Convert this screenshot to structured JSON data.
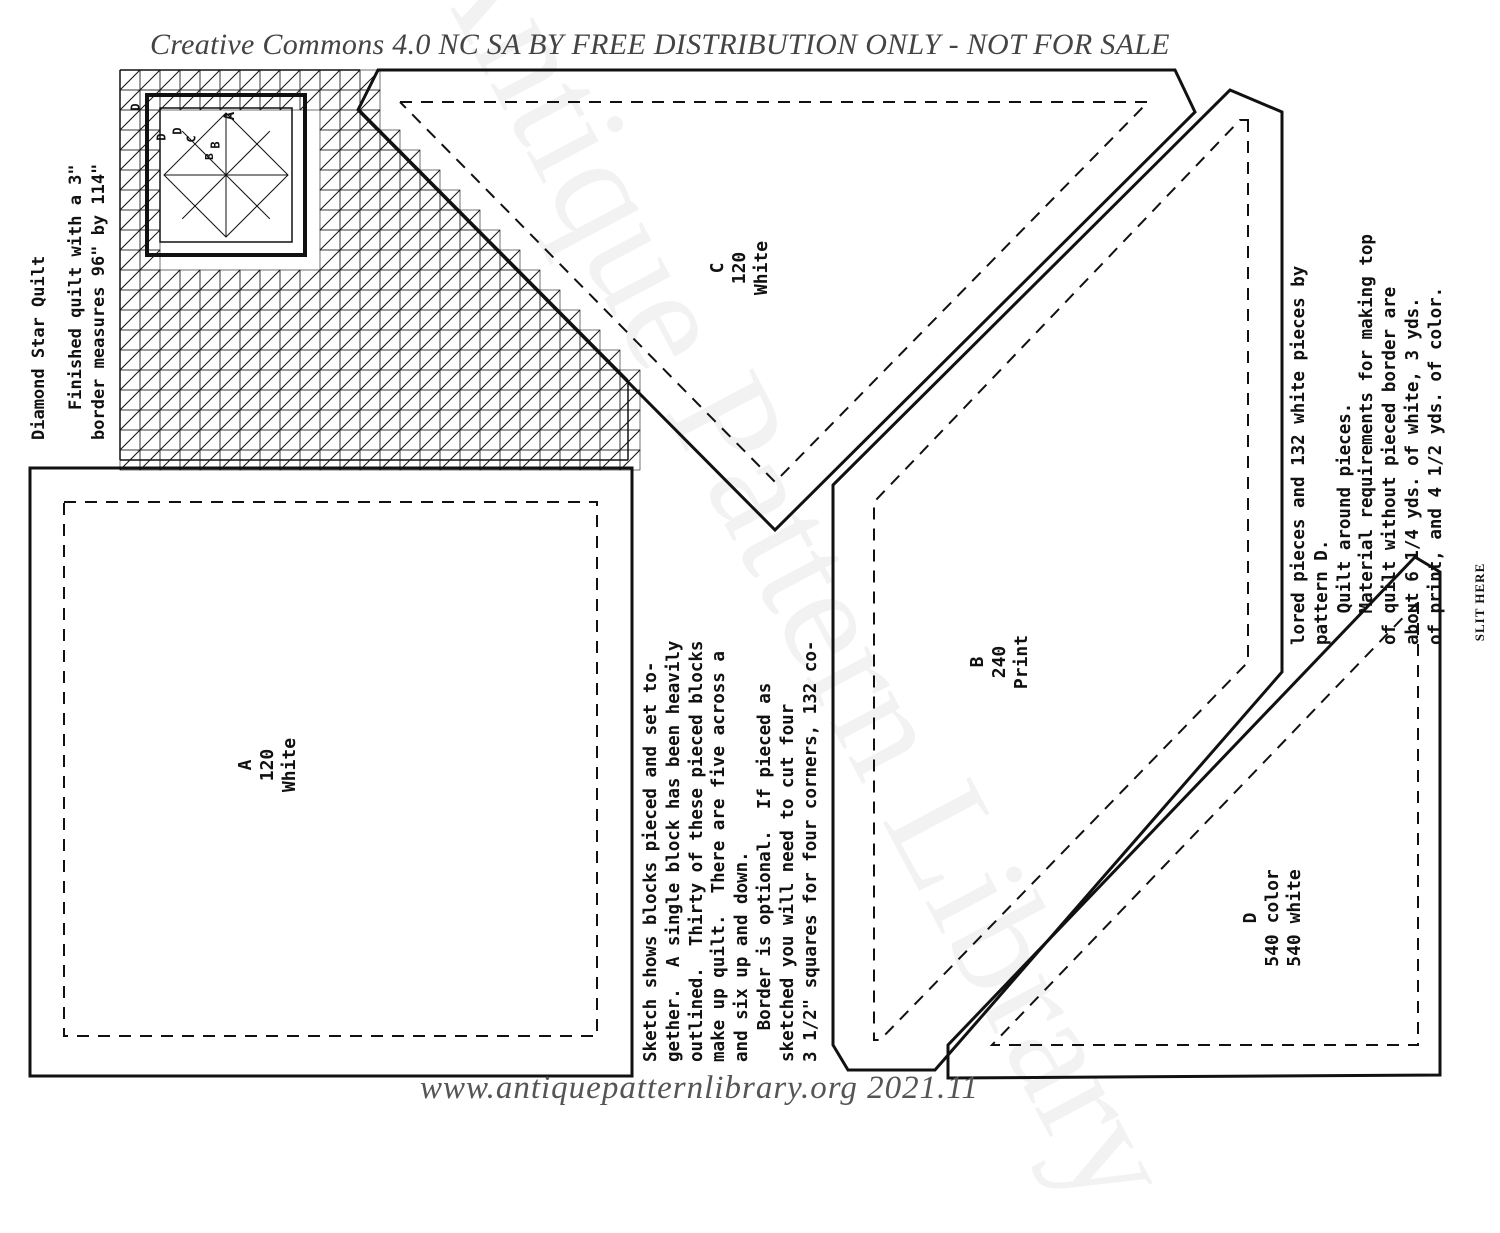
{
  "header": "Creative Commons 4.0 NC SA BY FREE DISTRIBUTION ONLY - NOT FOR SALE",
  "footer": "www.antiquepatternlibrary.org 2021.11",
  "watermark": "Antique Pattern Library",
  "intro": {
    "title": "Diamond Star Quilt",
    "line1": "Finished quilt with a 3\"",
    "line2": "border measures 96\" by 114\""
  },
  "sketch_letters": [
    "A",
    "B",
    "C",
    "D",
    "D",
    "D",
    "B"
  ],
  "instructions": {
    "line1": "Sketch shows blocks pieced and set to-",
    "line2": "gether.  A single block has been heavily",
    "line3": "outlined.  Thirty of these pieced blocks",
    "line4": "make up quilt.  There are five across a",
    "line5": "and six up and down.",
    "line6": "   Border is optional.  If pieced as",
    "line7": "sketched you will need to cut four",
    "line8": "3 1/2\" squares for four corners, 132 co-"
  },
  "instructions2": {
    "line1": "lored pieces and 132 white pieces by",
    "line2": "pattern D.",
    "line3": "   Quilt around pieces.",
    "line4": "   Material requirements for making top",
    "line5": "of quilt without pieced border are",
    "line6": "about 6 1/4 yds. of white, 3 yds.",
    "line7": "of print, and 4 1/2 yds. of color."
  },
  "pieces": {
    "A": {
      "letter": "A",
      "count": "120",
      "fabric": "White"
    },
    "B": {
      "letter": "B",
      "count": "240",
      "fabric": "Print"
    },
    "C": {
      "letter": "C",
      "count": "120",
      "fabric": "White"
    },
    "D": {
      "letter": "D",
      "count1": "540 color",
      "count2": "540 white"
    }
  },
  "slit": "SLIT HERE",
  "colors": {
    "ink": "#111111",
    "paper": "#ffffff",
    "header": "#444444"
  }
}
